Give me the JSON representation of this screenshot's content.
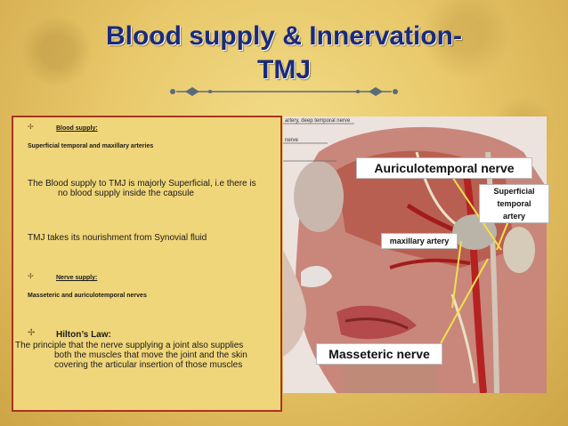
{
  "slide": {
    "title_line1": "Blood supply & Innervation-",
    "title_line2": "TMJ"
  },
  "text_panel": {
    "blood_supply_head": "Blood supply:",
    "blood_supply_sub": "Superficial temporal and maxillary arteries",
    "blood_p1_line1": "The Blood supply to TMJ is majorly Superficial, i.e there is",
    "blood_p1_line2": "no blood supply inside the capsule",
    "blood_p2": "TMJ takes its nourishment from Synovial fluid",
    "nerve_supply_head": "Nerve supply:",
    "nerve_supply_sub": "Masseteric and auriculotemporal nerves",
    "hilton_head": "Hilton’s Law:",
    "hilton_line1": "The principle that the nerve supplying a joint also supplies",
    "hilton_line2": "both the muscles that move the joint and the skin",
    "hilton_line3": "covering the articular insertion of those muscles"
  },
  "image": {
    "top_caption": "artery, deep temporal nerve",
    "left_caption": "nerve",
    "labels": {
      "auriculotemporal": "Auriculotemporal nerve",
      "superficial_line1": "Superficial",
      "superficial_line2": "temporal",
      "superficial_line3": "artery",
      "maxillary": "maxillary artery",
      "masseteric": "Masseteric nerve"
    }
  },
  "colors": {
    "title": "#1b2a7a",
    "panel_border": "#a8331f",
    "pointer_line": "#f2e04a"
  }
}
